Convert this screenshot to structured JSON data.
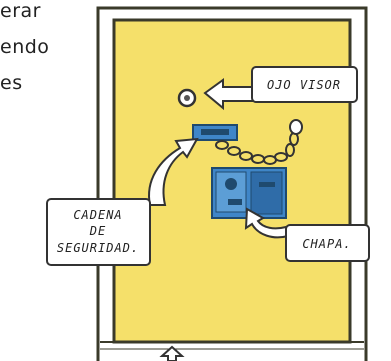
{
  "side_text": [
    "erar",
    "endo",
    "es"
  ],
  "labels": {
    "peephole": "OJO VISOR",
    "chain_line1": "CADENA",
    "chain_line2": "DE",
    "chain_line3": "SEGURIDAD.",
    "lock": "CHAPA."
  },
  "colors": {
    "door": "#f5e06a",
    "door_outline": "#3a3a2a",
    "lock_blue": "#3f86c8",
    "lock_dark": "#1f4a6e",
    "arrow_fill": "#ffffff",
    "line": "#333333"
  }
}
